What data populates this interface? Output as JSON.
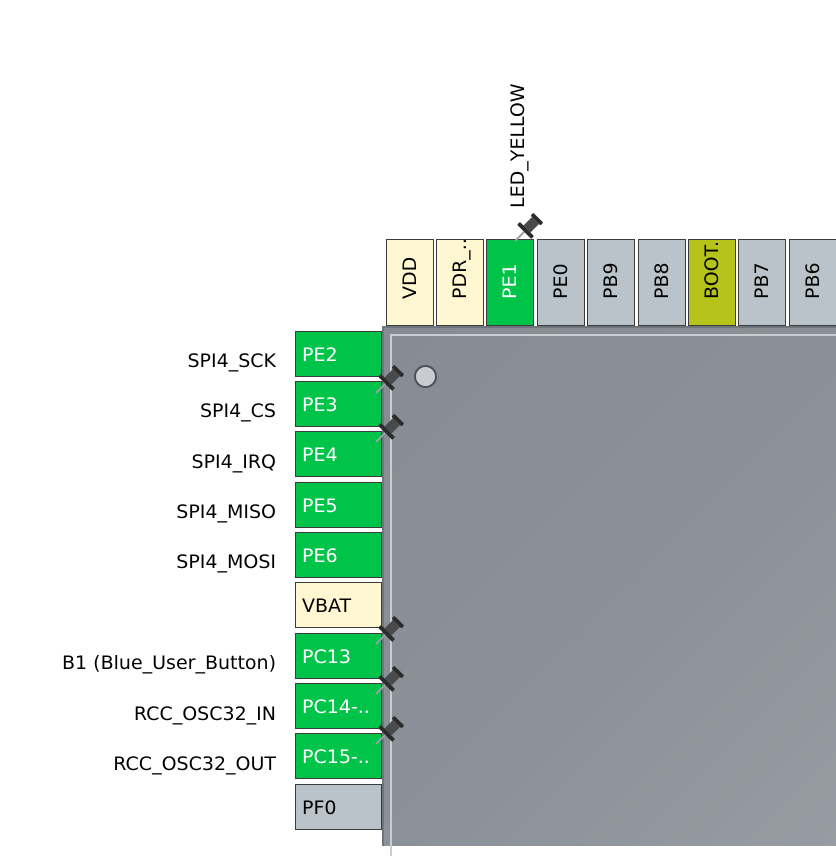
{
  "diagram": {
    "top_pins": [
      {
        "name": "VDD",
        "state": "power"
      },
      {
        "name": "PDR_..",
        "state": "power"
      },
      {
        "name": "PE1",
        "state": "assigned"
      },
      {
        "name": "PE0",
        "state": "unused"
      },
      {
        "name": "PB9",
        "state": "unused"
      },
      {
        "name": "PB8",
        "state": "unused"
      },
      {
        "name": "BOOT..",
        "state": "boot"
      },
      {
        "name": "PB7",
        "state": "unused"
      },
      {
        "name": "PB6",
        "state": "unused"
      }
    ],
    "top_labels": {
      "pe1": "LED_YELLOW"
    },
    "left_pins": [
      {
        "name": "PE2",
        "label": "SPI4_SCK",
        "state": "assigned"
      },
      {
        "name": "PE3",
        "label": "SPI4_CS",
        "state": "assigned"
      },
      {
        "name": "PE4",
        "label": "SPI4_IRQ",
        "state": "assigned"
      },
      {
        "name": "PE5",
        "label": "SPI4_MISO",
        "state": "assigned"
      },
      {
        "name": "PE6",
        "label": "SPI4_MOSI",
        "state": "assigned"
      },
      {
        "name": "VBAT",
        "label": "",
        "state": "power"
      },
      {
        "name": "PC13",
        "label": "B1 (Blue_User_Button)",
        "state": "assigned"
      },
      {
        "name": "PC14-..",
        "label": "RCC_OSC32_IN",
        "state": "assigned"
      },
      {
        "name": "PC15-..",
        "label": "RCC_OSC32_OUT",
        "state": "assigned"
      },
      {
        "name": "PF0",
        "label": "",
        "state": "unused"
      }
    ],
    "colors": {
      "assigned": "#00c44a",
      "power": "#fff6d2",
      "unused": "#bac3c9",
      "boot": "#b5c31a",
      "chip": "#8b9198"
    },
    "icons": [
      "pushpin-icon",
      "pin1-marker-icon"
    ]
  }
}
